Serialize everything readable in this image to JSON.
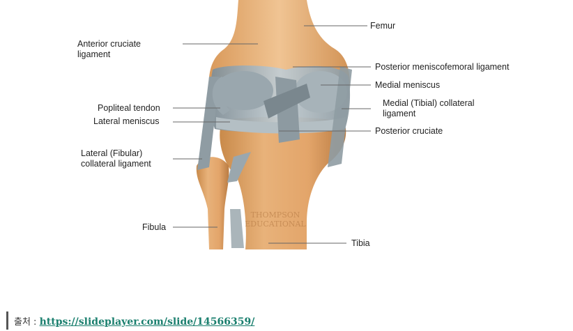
{
  "labels": {
    "femur": "Femur",
    "acl": "Anterior cruciate\nligament",
    "pmfl": "Posterior meniscofemoral ligament",
    "medial_meniscus": "Medial meniscus",
    "mcl": "Medial (Tibial) collateral\nligament",
    "popliteal": "Popliteal tendon",
    "lateral_meniscus": "Lateral meniscus",
    "pcl": "Posterior cruciate",
    "lcl": "Lateral (Fibular)\ncollateral ligament",
    "fibula": "Fibula",
    "tibia": "Tibia"
  },
  "watermark": "THOMPSON\nEDUCATIONAL",
  "source": {
    "prefix": "출처 : ",
    "url_text": "https://slideplayer.com/slide/14566359/"
  }
}
